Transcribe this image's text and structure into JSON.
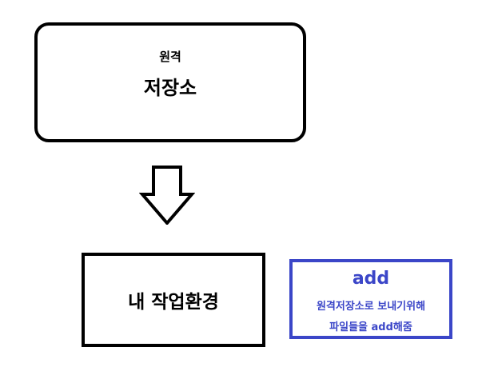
{
  "remote_repo": {
    "small_label": "원격",
    "large_label": "저장소"
  },
  "arrow": {
    "direction": "down",
    "icon": "down-arrow-icon"
  },
  "local_workspace": {
    "label": "내 작업환경"
  },
  "note": {
    "title": "add",
    "line1": "원격저장소로 보내기위해",
    "line2": "파일들을 add해줌",
    "color": "#3b46c8"
  }
}
